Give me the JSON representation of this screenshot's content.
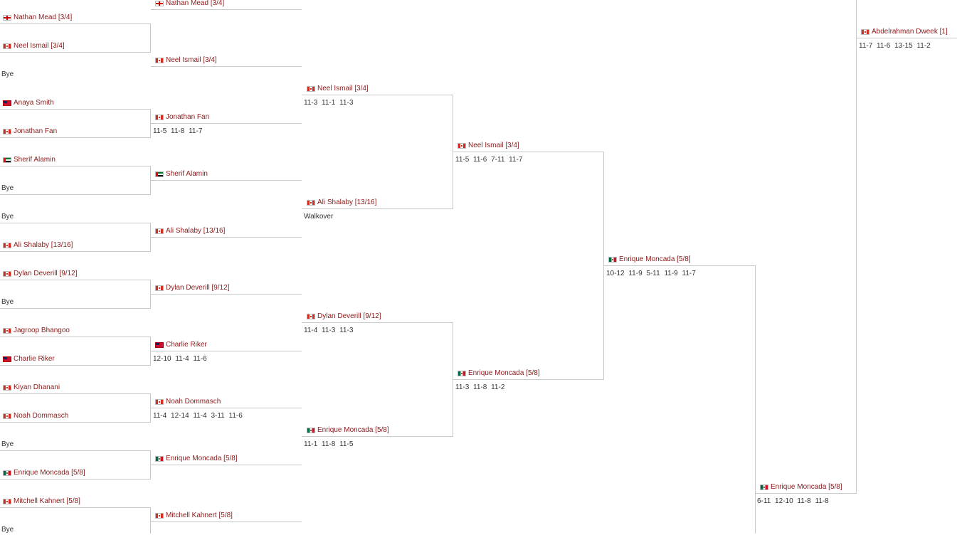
{
  "bye": "Bye",
  "walkover": "Walkover",
  "r1": [
    {
      "name": "Nathan Mead [3/4]",
      "flag": "eng"
    },
    {
      "name": "Neel Ismail [3/4]",
      "flag": "can"
    },
    {
      "name": "Anaya Smith",
      "flag": "ber"
    },
    {
      "name": "Jonathan Fan",
      "flag": "can"
    },
    {
      "name": "Sherif Alamin",
      "flag": "uae"
    },
    {
      "name": "Ali Shalaby [13/16]",
      "flag": "can"
    },
    {
      "name": "Dylan Deverill [9/12]",
      "flag": "can"
    },
    {
      "name": "Jagroop Bhangoo",
      "flag": "can"
    },
    {
      "name": "Charlie Riker",
      "flag": "ber"
    },
    {
      "name": "Kiyan Dhanani",
      "flag": "can"
    },
    {
      "name": "Noah Dommasch",
      "flag": "can"
    },
    {
      "name": "Enrique Moncada [5/8]",
      "flag": "mex"
    },
    {
      "name": "Mitchell Kahnert [5/8]",
      "flag": "can"
    }
  ],
  "r2": [
    {
      "name": "Nathan Mead [3/4]",
      "flag": "eng"
    },
    {
      "name": "Neel Ismail [3/4]",
      "flag": "can"
    },
    {
      "name": "Jonathan Fan",
      "flag": "can",
      "score": "11-5 11-8 11-7"
    },
    {
      "name": "Sherif Alamin",
      "flag": "uae"
    },
    {
      "name": "Ali Shalaby [13/16]",
      "flag": "can"
    },
    {
      "name": "Dylan Deverill [9/12]",
      "flag": "can"
    },
    {
      "name": "Charlie Riker",
      "flag": "ber",
      "score": "12-10 11-4 11-6"
    },
    {
      "name": "Noah Dommasch",
      "flag": "can",
      "score": "11-4 12-14 11-4 3-11 11-6"
    },
    {
      "name": "Enrique Moncada [5/8]",
      "flag": "mex"
    },
    {
      "name": "Mitchell Kahnert [5/8]",
      "flag": "can"
    }
  ],
  "r3": [
    {
      "name": "Neel Ismail [3/4]",
      "flag": "can",
      "score": "11-3 11-1 11-3"
    },
    {
      "name": "Ali Shalaby [13/16]",
      "flag": "can"
    },
    {
      "name": "Dylan Deverill [9/12]",
      "flag": "can",
      "score": "11-4 11-3 11-3"
    },
    {
      "name": "Enrique Moncada [5/8]",
      "flag": "mex",
      "score": "11-1 11-8 11-5"
    }
  ],
  "r4": [
    {
      "name": "Neel Ismail [3/4]",
      "flag": "can",
      "score": "11-5 11-6 7-11 11-7"
    },
    {
      "name": "Enrique Moncada [5/8]",
      "flag": "mex",
      "score": "11-3 11-8 11-2"
    }
  ],
  "r5": [
    {
      "name": "Enrique Moncada [5/8]",
      "flag": "mex",
      "score": "10-12 11-9 5-11 11-9 11-7"
    }
  ],
  "r6": [
    {
      "name": "Enrique Moncada [5/8]",
      "flag": "mex",
      "score": "6-11 12-10 11-8 11-8"
    }
  ],
  "r7": [
    {
      "name": "Abdelrahman Dweek [1]",
      "flag": "can",
      "score": "11-7 11-6 13-15 11-2"
    }
  ]
}
